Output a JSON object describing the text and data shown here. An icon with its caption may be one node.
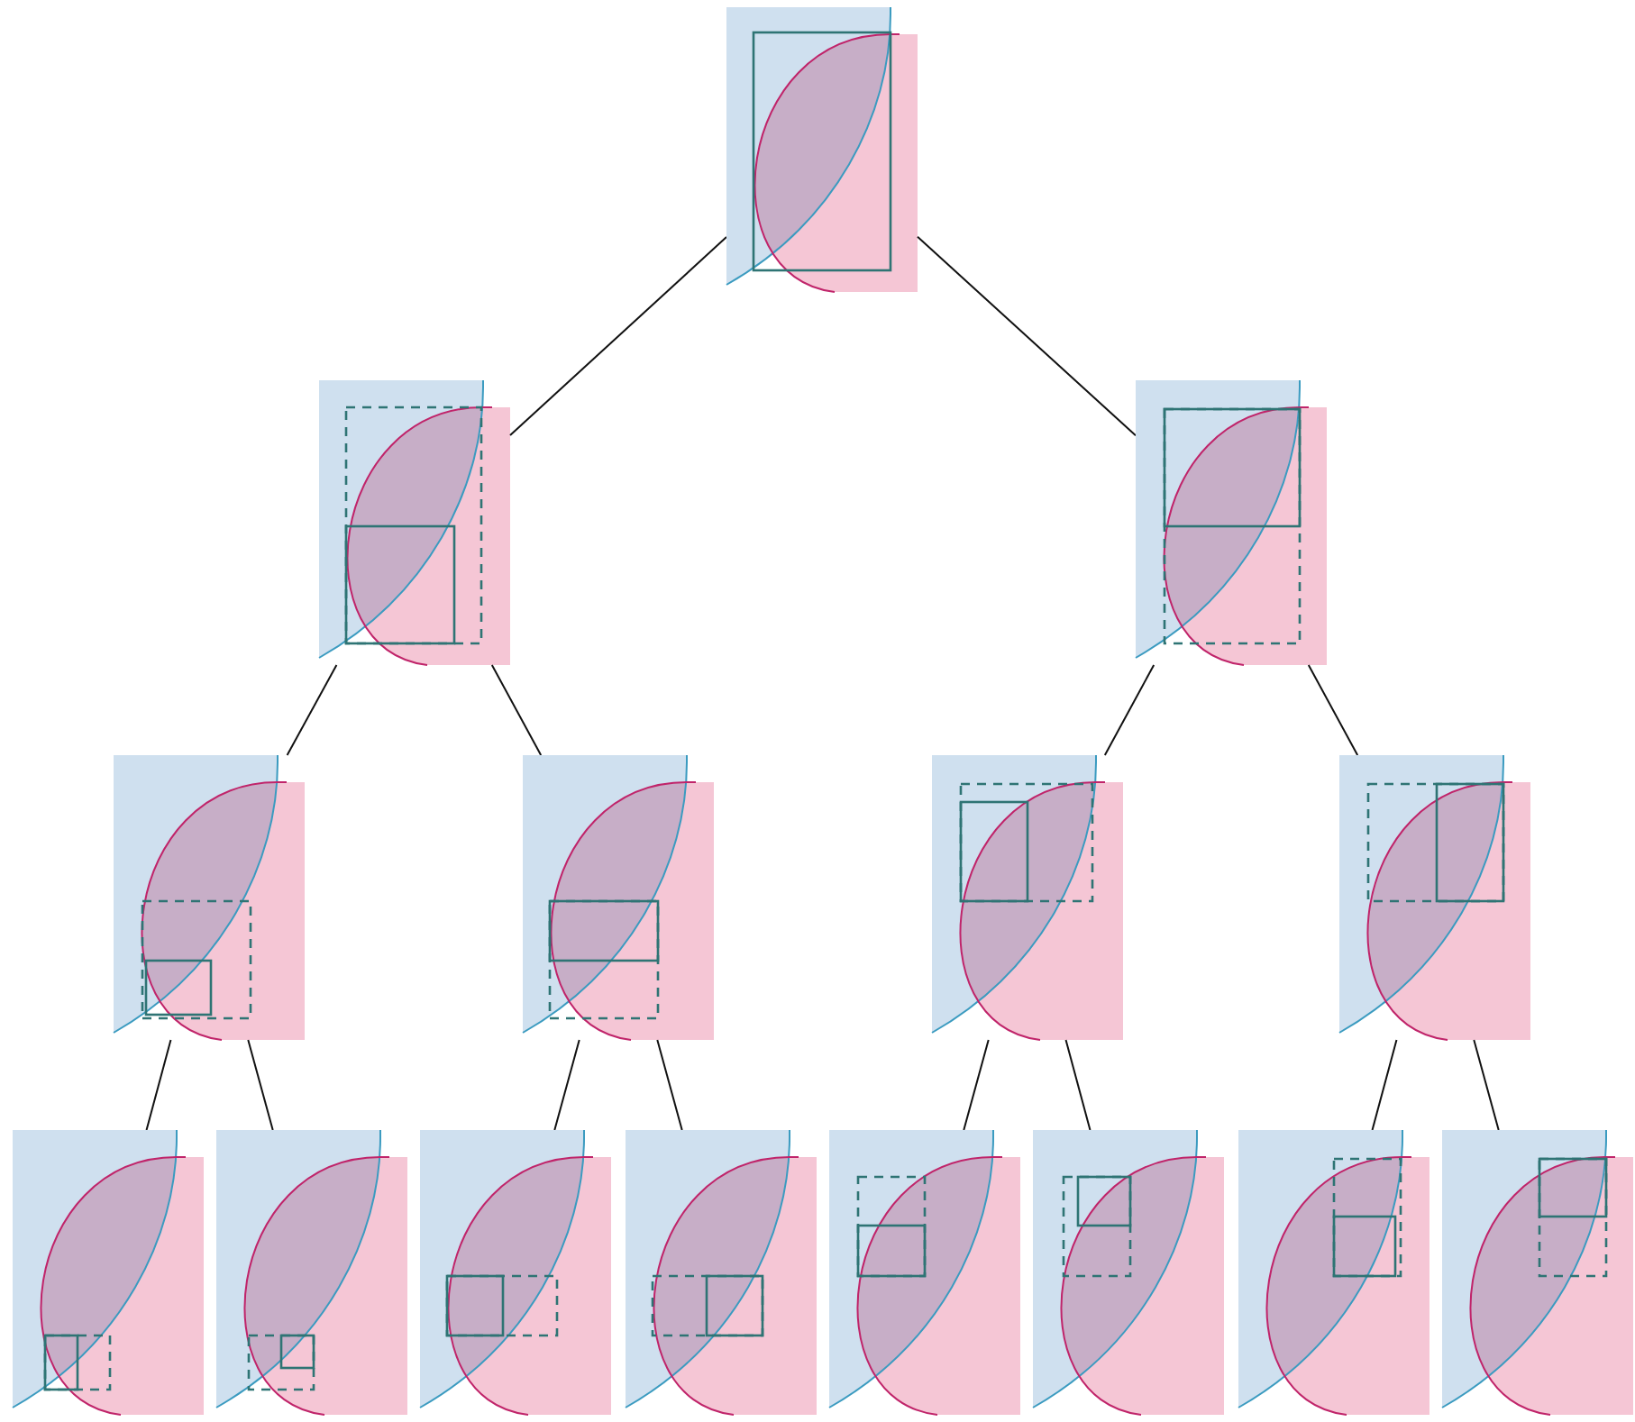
{
  "diagram": {
    "nodes": [
      {
        "text": [],
        "shape": "picture"
      },
      {
        "text": [],
        "shape": "picture"
      },
      {
        "text": [],
        "shape": "picture"
      },
      {
        "text": [],
        "shape": "picture"
      },
      {
        "text": [],
        "shape": "picture"
      },
      {
        "text": [],
        "shape": "picture"
      },
      {
        "text": [],
        "shape": "picture"
      },
      {
        "text": [],
        "shape": "picture"
      },
      {
        "text": [],
        "shape": "picture"
      },
      {
        "text": [],
        "shape": "picture"
      },
      {
        "text": [],
        "shape": "picture"
      },
      {
        "text": [],
        "shape": "picture"
      },
      {
        "text": [],
        "shape": "picture"
      },
      {
        "text": [],
        "shape": "picture"
      },
      {
        "text": [],
        "shape": "picture"
      }
    ],
    "edges": [
      {
        "from": 0,
        "to": 1,
        "arrow": "none"
      },
      {
        "from": 0,
        "to": 2,
        "arrow": "none"
      },
      {
        "from": 1,
        "to": 3,
        "arrow": "none"
      },
      {
        "from": 1,
        "to": 4,
        "arrow": "none"
      },
      {
        "from": 2,
        "to": 5,
        "arrow": "none"
      },
      {
        "from": 2,
        "to": 6,
        "arrow": "none"
      },
      {
        "from": 3,
        "to": 7,
        "arrow": "none"
      },
      {
        "from": 3,
        "to": 8,
        "arrow": "none"
      },
      {
        "from": 4,
        "to": 9,
        "arrow": "none"
      },
      {
        "from": 4,
        "to": 10,
        "arrow": "none"
      },
      {
        "from": 5,
        "to": 11,
        "arrow": "none"
      },
      {
        "from": 5,
        "to": 12,
        "arrow": "none"
      },
      {
        "from": 6,
        "to": 13,
        "arrow": "none"
      },
      {
        "from": 6,
        "to": 14,
        "arrow": "none"
      }
    ]
  }
}
